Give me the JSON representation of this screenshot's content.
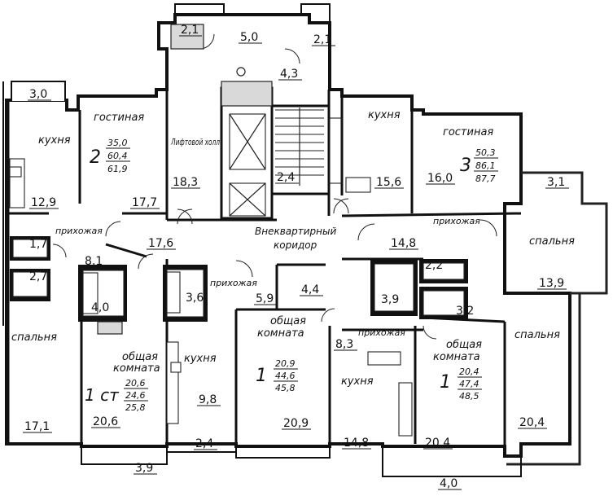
{
  "stair": {
    "top_2_1_left": "2,1",
    "top_5_0": "5,0",
    "top_2_1_right": "2,1",
    "area_4_3": "4,3",
    "area_2_4": "2,4"
  },
  "lift_hall": {
    "label": "Лифтовой холл",
    "area": "18,3"
  },
  "corridor": {
    "label_line1": "Внеквартирный",
    "label_line2": "коридор",
    "area": "14,8"
  },
  "apt2": {
    "number": "2",
    "areas": [
      "35,0",
      "60,4",
      "61,9"
    ],
    "balcony": "3,0",
    "kitchen_label": "кухня",
    "kitchen_area": "12,9",
    "living_label": "гостиная",
    "living_area": "17,7",
    "hall_label": "прихожая",
    "hall_area": "17,6",
    "bath1": "1,7",
    "bath2": "2,7",
    "bedroom_label": "спальня",
    "bedroom_area": "17,1"
  },
  "apt1st": {
    "number": "1 ст",
    "areas": [
      "20,6",
      "24,6",
      "25,8"
    ],
    "bath_top": "8,1",
    "bath_area": "4,0",
    "room_label_line1": "общая",
    "room_label_line2": "комната",
    "room_area": "20,6",
    "balcony": "3,9"
  },
  "apt1a": {
    "number": "1",
    "areas": [
      "20,9",
      "44,6",
      "45,8"
    ],
    "bath_area": "3,6",
    "hall_label": "прихожая",
    "hall_area": "5,9",
    "closet_area": "4,4",
    "kitchen_label": "кухня",
    "kitchen_area": "9,8",
    "room_label_line1": "общая",
    "room_label_line2": "комната",
    "room_area": "20,9",
    "balcony": "2,4"
  },
  "apt3": {
    "number": "3",
    "areas": [
      "50,3",
      "86,1",
      "87,7"
    ],
    "kitchen_label": "кухня",
    "kitchen_area": "15,6",
    "living_label": "гостиная",
    "living_area": "16,0",
    "balcony": "3,1",
    "hall_label": "прихожая",
    "bedroom1_label": "спальня",
    "bedroom1_area": "13,9",
    "bath1": "2,2",
    "bath2": "3,9",
    "bath3": "3,2",
    "bedroom2_label": "спальня",
    "bedroom2_area": "20,4"
  },
  "apt1b": {
    "number": "1",
    "areas": [
      "20,4",
      "47,4",
      "48,5"
    ],
    "hall_label": "прихожая",
    "hall_area": "8,3",
    "kitchen_label": "кухня",
    "kitchen_area": "14,8",
    "room_label_line1": "общая",
    "room_label_line2": "комната",
    "room_area": "20,4",
    "balcony": "4,0"
  }
}
